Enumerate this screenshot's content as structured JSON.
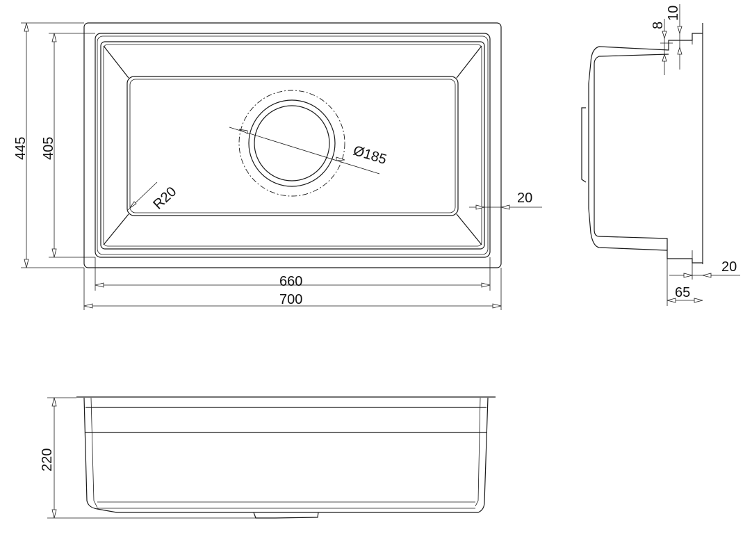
{
  "top_view": {
    "height_outer": "445",
    "height_inner": "405",
    "width_inner": "660",
    "width_outer": "700",
    "drain_diameter": "Ø185",
    "corner_radius": "R20",
    "rim_width": "20"
  },
  "side_view": {
    "flange_thickness": "8",
    "step_height": "10",
    "offset": "20",
    "flange_depth": "65"
  },
  "front_view": {
    "depth": "220"
  }
}
